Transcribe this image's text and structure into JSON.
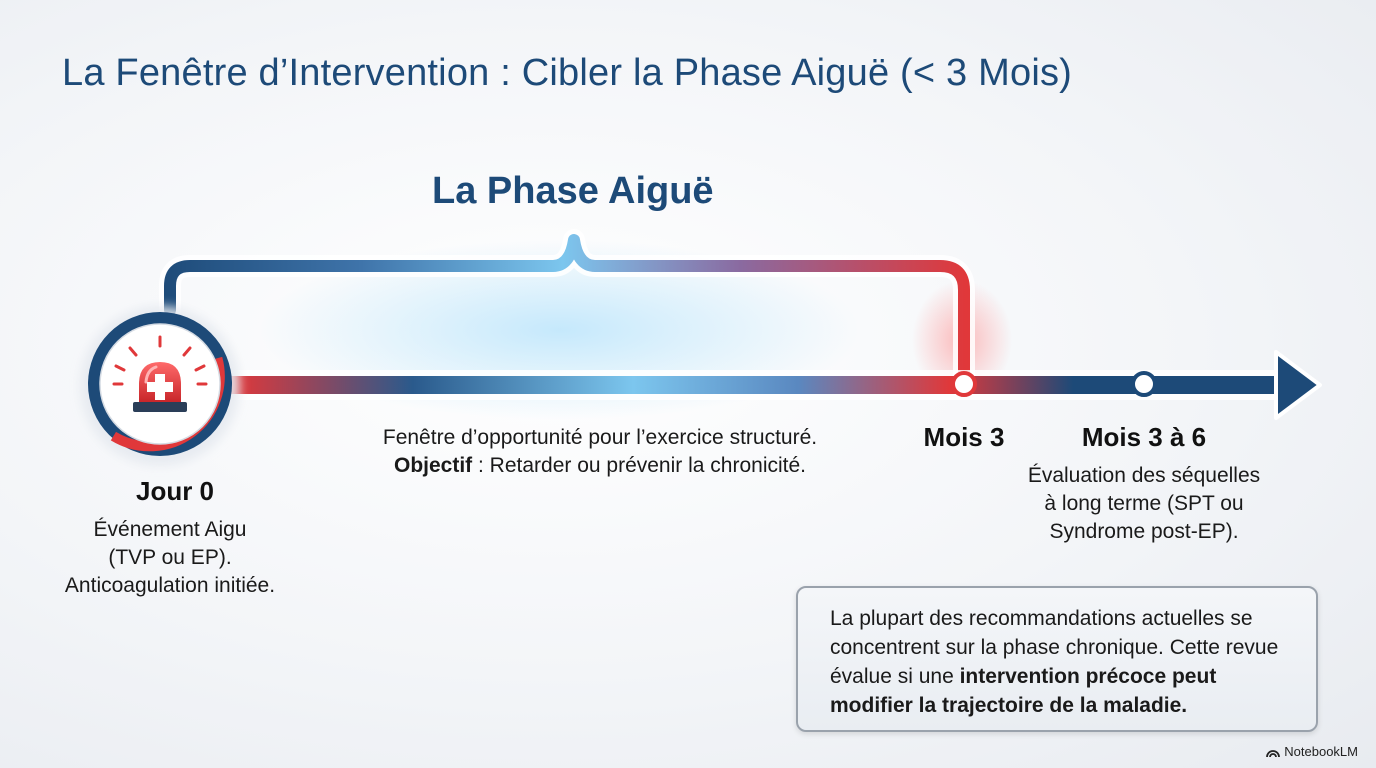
{
  "header": {
    "title": "La Fenêtre d’Intervention : Cibler la Phase Aiguë (< 3 Mois)"
  },
  "phase": {
    "title": "La Phase Aiguë"
  },
  "milestones": {
    "day0": {
      "label": "Jour 0",
      "line1": "Événement Aigu",
      "line2": "(TVP ou EP).",
      "line3": "Anticoagulation initiée."
    },
    "month3": {
      "label": "Mois 3"
    },
    "month3to6": {
      "label": "Mois 3 à 6",
      "line1": "Évaluation des séquelles",
      "line2": "à long terme (SPT ou",
      "line3": "Syndrome post-EP)."
    }
  },
  "opportunity": {
    "line1": "Fenêtre d’opportunité pour l’exercice structuré.",
    "objective_label": "Objectif",
    "objective_text": " : Retarder ou prévenir la chronicité."
  },
  "note": {
    "text_before": "La plupart des recommandations actuelles se concentrent sur la phase chronique. Cette revue évalue si une ",
    "text_bold": "intervention précoce peut modifier la trajectoire de la maladie."
  },
  "icons": {
    "day0": "emergency-siren-icon",
    "brand": "notebooklm-logo-icon"
  },
  "colors": {
    "navy": "#1d4a78",
    "red": "#e0383a",
    "light_blue": "#7cc6ee"
  },
  "brand": {
    "name": "NotebookLM"
  }
}
